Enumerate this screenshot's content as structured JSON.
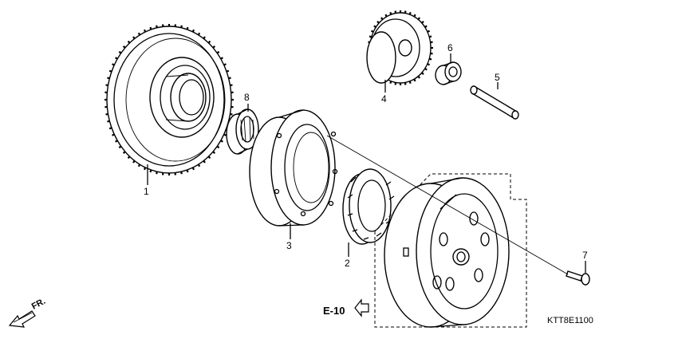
{
  "callouts": [
    {
      "id": "1",
      "text": "1"
    },
    {
      "id": "2",
      "text": "2"
    },
    {
      "id": "3",
      "text": "3"
    },
    {
      "id": "4",
      "text": "4"
    },
    {
      "id": "5",
      "text": "5"
    },
    {
      "id": "6",
      "text": "6"
    },
    {
      "id": "7",
      "text": "7"
    },
    {
      "id": "8",
      "text": "8"
    }
  ],
  "reference": "E-10",
  "diagram_code": "KTT8E1100",
  "direction_label": "FR."
}
